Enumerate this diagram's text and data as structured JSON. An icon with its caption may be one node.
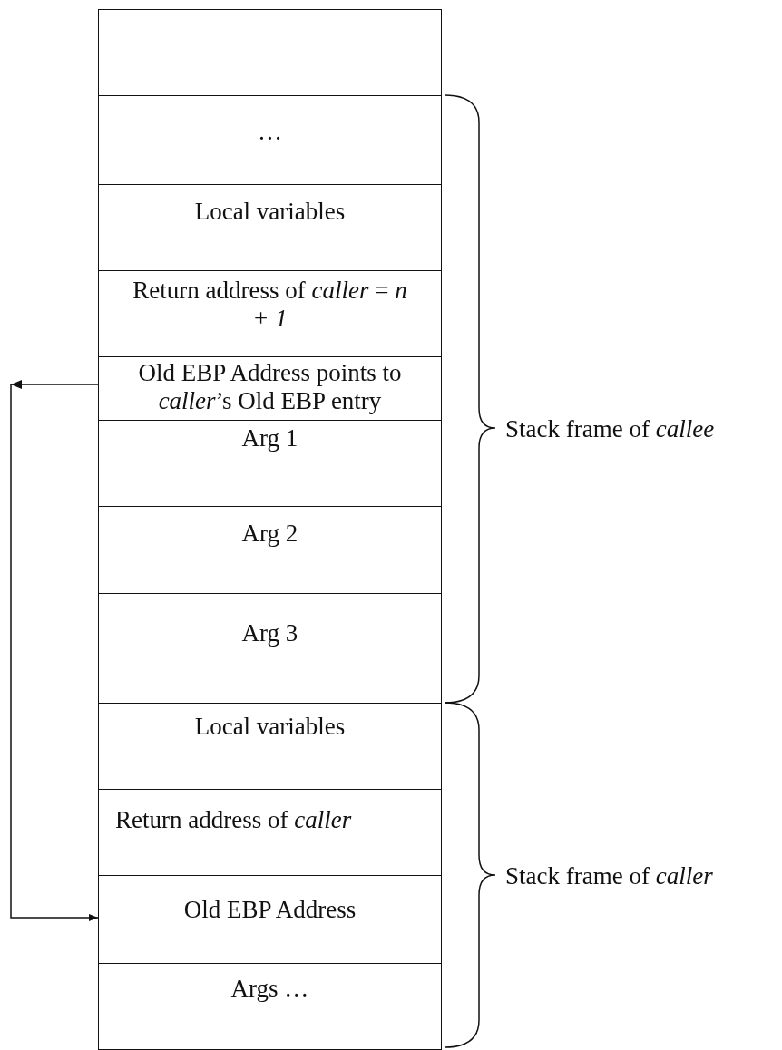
{
  "diagram": {
    "nodes": [
      {
        "text": [],
        "shape": "box"
      },
      {
        "text": [
          "…"
        ]
      },
      {
        "text": [
          "Local variables"
        ]
      },
      {
        "text": [
          "Return address of *caller* = *n + 1*"
        ]
      },
      {
        "text": [
          "Old EBP Address points to *caller*’s Old EBP entry"
        ]
      },
      {
        "text": [
          "Arg 1"
        ]
      },
      {
        "text": [
          "Arg 2"
        ]
      },
      {
        "text": [
          "Arg 3"
        ]
      },
      {
        "text": [
          "Local variables"
        ]
      },
      {
        "text": [
          "Return address of *caller*"
        ]
      },
      {
        "text": [
          "Old EBP Address"
        ]
      },
      {
        "text": [
          "Args …"
        ]
      }
    ],
    "edges": [
      {
        "from": 4,
        "to": 10,
        "arrow": "to"
      }
    ],
    "labels": [
      "Stack frame of *callee*",
      "Stack frame of *caller*"
    ]
  }
}
